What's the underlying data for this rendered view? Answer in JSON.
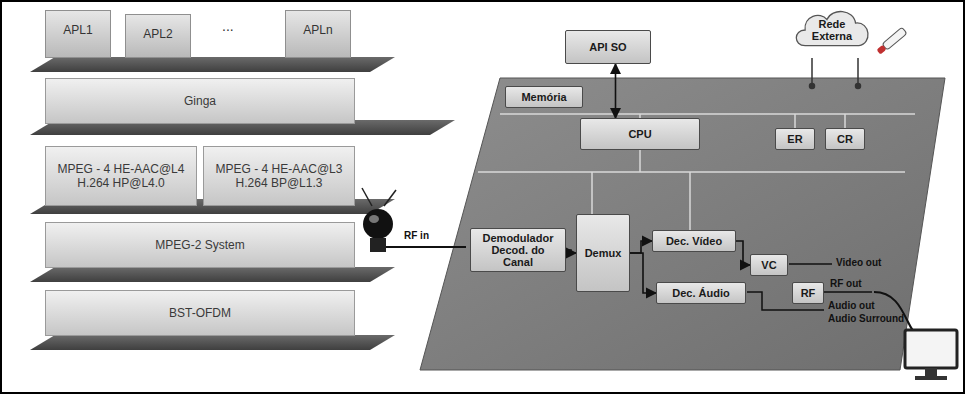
{
  "diagram": {
    "nodes": [
      {
        "text": [
          "APL1"
        ]
      },
      {
        "text": [
          "APL2"
        ]
      },
      {
        "text": [
          "APLn"
        ]
      },
      {
        "text": [
          "Ginga"
        ]
      },
      {
        "text": [
          "MPEG - 4 HE-AAC@L4",
          "H.264 HP@L4.0"
        ]
      },
      {
        "text": [
          "MPEG - 4 HE-AAC@L3",
          "H.264 BP@L1.3"
        ]
      },
      {
        "text": [
          "MPEG-2 System"
        ]
      },
      {
        "text": [
          "BST-OFDM"
        ]
      },
      {
        "text": [
          "API SO"
        ]
      },
      {
        "text": [
          "Rede Externa"
        ]
      },
      {
        "text": [
          "Memória"
        ]
      },
      {
        "text": [
          "CPU"
        ]
      },
      {
        "text": [
          "ER"
        ]
      },
      {
        "text": [
          "CR"
        ]
      },
      {
        "text": [
          "Demodulador Decod. do Canal"
        ]
      },
      {
        "text": [
          "Demux"
        ]
      },
      {
        "text": [
          "Dec. Vídeo"
        ]
      },
      {
        "text": [
          "VC"
        ]
      },
      {
        "text": [
          "Dec. Áudio"
        ]
      },
      {
        "text": [
          "RF"
        ]
      }
    ],
    "edges": [
      {
        "from": 8,
        "to": 11,
        "arrow": "both"
      },
      {
        "from": 14,
        "to": 15,
        "arrow": "to"
      },
      {
        "from": 15,
        "to": 16,
        "arrow": "to"
      },
      {
        "from": 15,
        "to": 18,
        "arrow": "to"
      },
      {
        "from": 16,
        "to": 17,
        "arrow": "to"
      }
    ],
    "labels": [
      "...",
      "RF in",
      "Video out",
      "RF out",
      "Audio out",
      "Audio Surround"
    ]
  }
}
